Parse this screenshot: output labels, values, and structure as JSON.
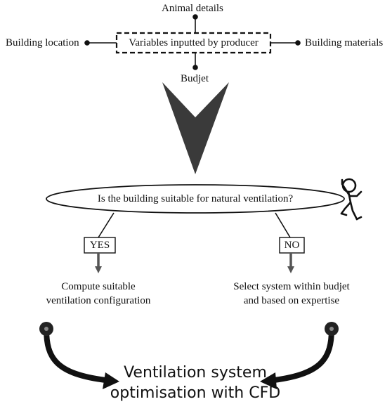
{
  "inputs": {
    "center": "Variables inputted by producer",
    "top": "Animal details",
    "left": "Building location",
    "right": "Building materials",
    "bottom": "Budjet"
  },
  "decision": {
    "question": "Is the building suitable for natural ventilation?",
    "yes_label": "YES",
    "no_label": "NO"
  },
  "outcomes": {
    "yes_line1": "Compute suitable",
    "yes_line2": "ventilation configuration",
    "no_line1": "Select system within budjet",
    "no_line2": "and based on expertise"
  },
  "final": {
    "line1": "Ventilation system",
    "line2": "optimisation with CFD"
  }
}
